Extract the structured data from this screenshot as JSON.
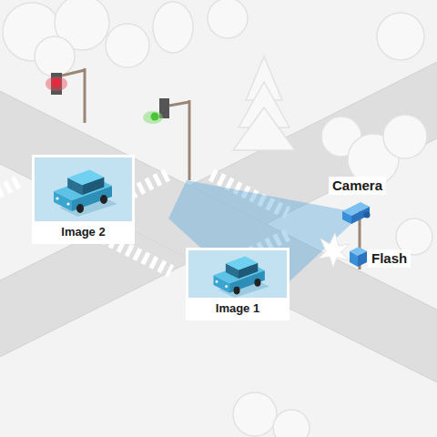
{
  "diagram": {
    "nodes": [
      {
        "text": [
          "Image 2"
        ]
      },
      {
        "text": [
          "Image 1"
        ]
      }
    ],
    "labels": [
      "Camera",
      "Flash"
    ]
  }
}
